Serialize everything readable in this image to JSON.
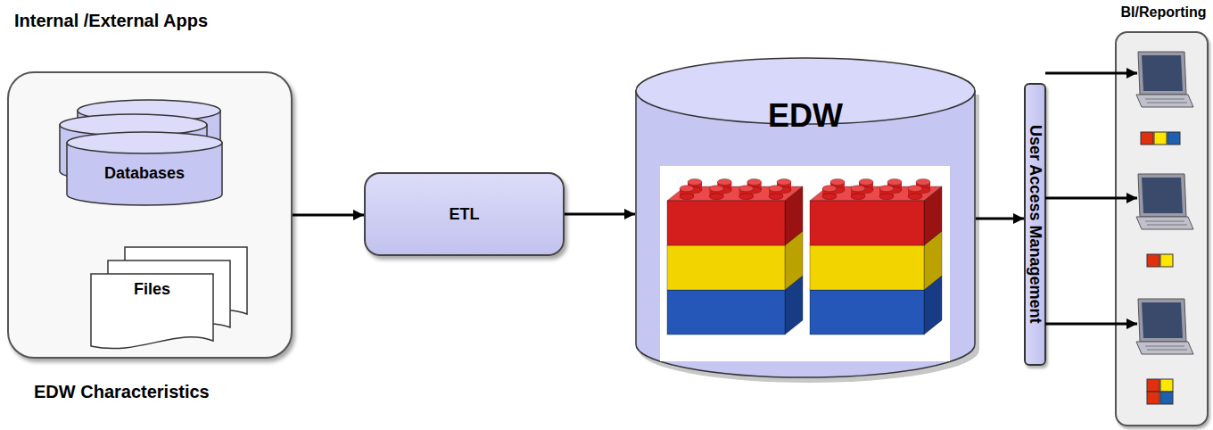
{
  "diagram": {
    "nodes": [
      {
        "text": [
          "Internal /External Apps"
        ]
      },
      {
        "text": [
          "Databases"
        ],
        "in": 0
      },
      {
        "text": [
          "Files"
        ],
        "in": 0
      },
      {
        "text": [
          "ETL"
        ]
      },
      {
        "text": [
          "EDW"
        ]
      },
      {
        "text": [
          "User Access Management"
        ]
      },
      {
        "text": [
          "BI/Reporting"
        ]
      }
    ],
    "edges": [
      {
        "from": 0,
        "to": 3,
        "arrow": "to"
      },
      {
        "from": 3,
        "to": 4,
        "arrow": "to"
      },
      {
        "from": 4,
        "to": 5,
        "arrow": "to"
      }
    ],
    "labels": [
      "EDW Characteristics"
    ]
  }
}
